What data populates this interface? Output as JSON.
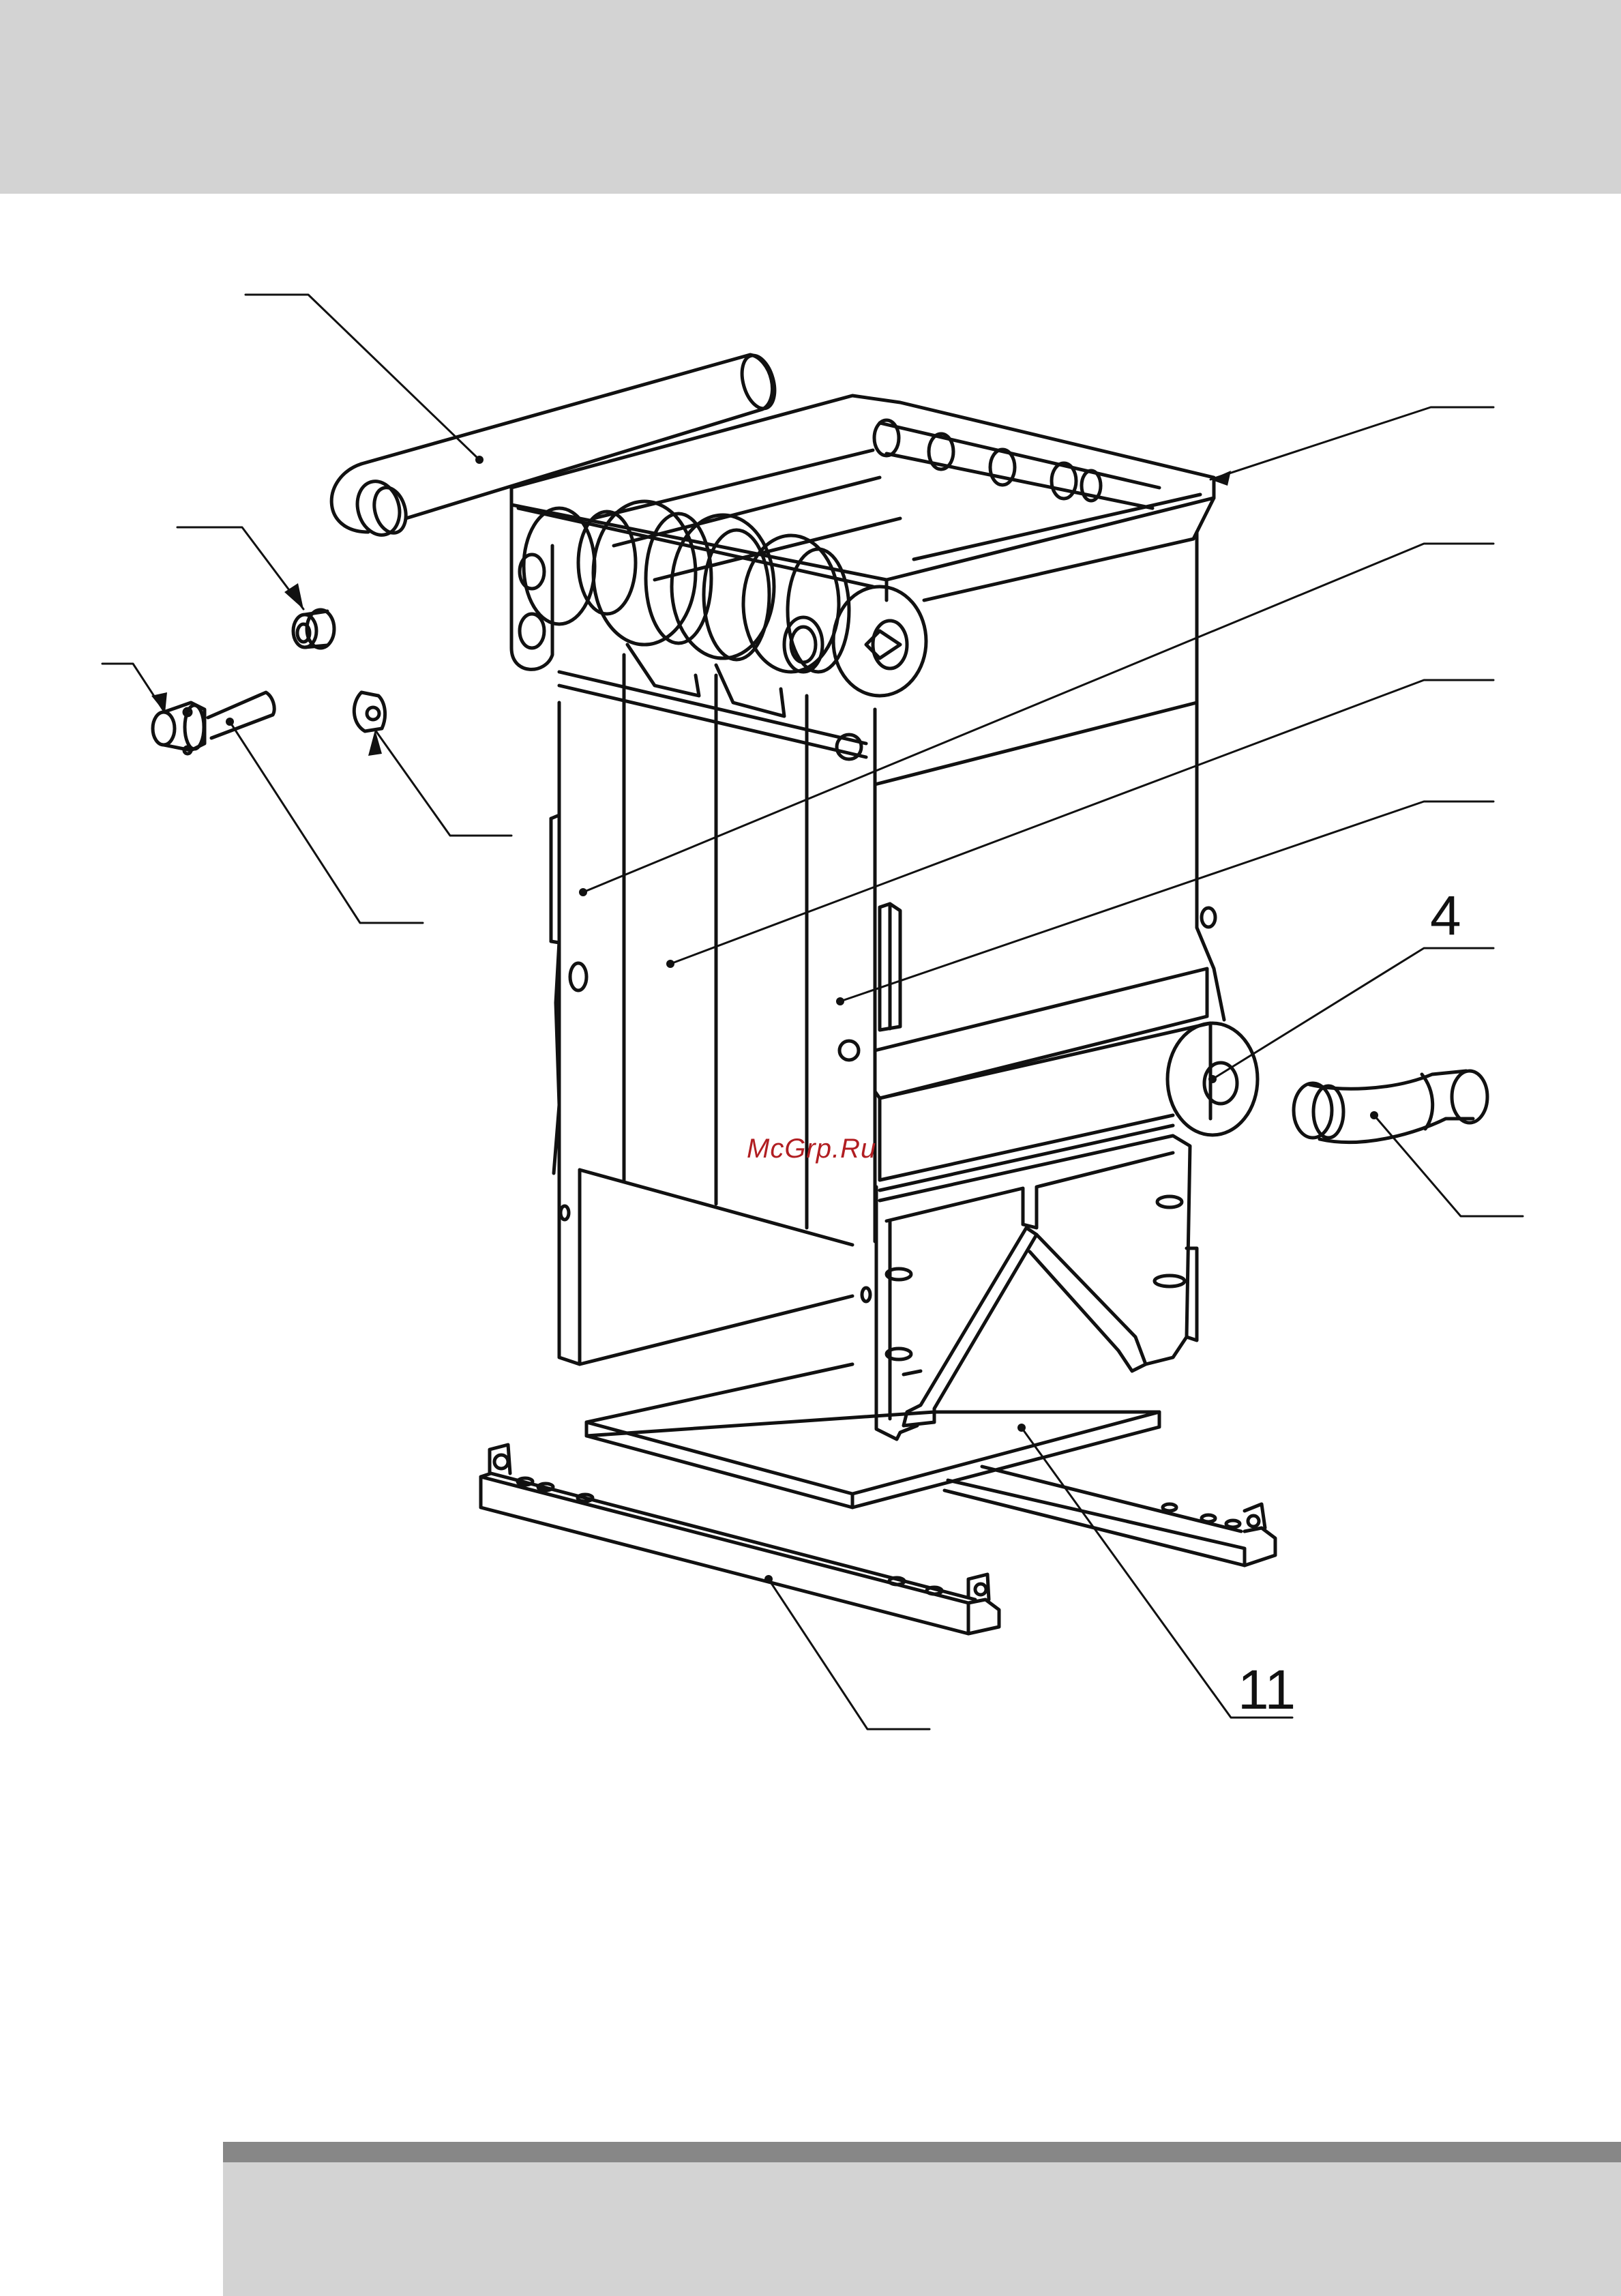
{
  "colors": {
    "band": "#d3d3d3",
    "band_line": "#878787",
    "ink": "#111111",
    "watermark": "#b11e22"
  },
  "callouts": {
    "part_4": "4",
    "part_11": "11"
  },
  "watermark": "McGrp.Ru"
}
